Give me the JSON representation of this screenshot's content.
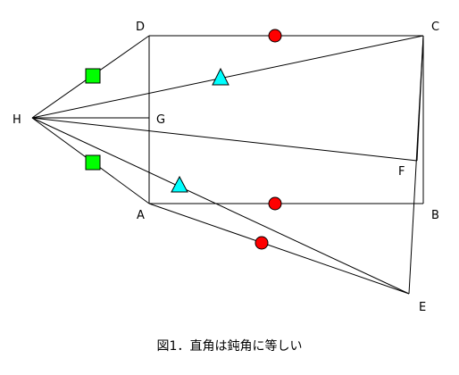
{
  "caption": "図1．直角は鈍角に等しい",
  "points": {
    "A": "A",
    "B": "B",
    "C": "C",
    "D": "D",
    "E": "E",
    "F": "F",
    "G": "G",
    "H": "H"
  },
  "marks": {
    "circle_color": "#ff0000",
    "triangle_color": "#00ffff",
    "square_color": "#00ff00"
  }
}
